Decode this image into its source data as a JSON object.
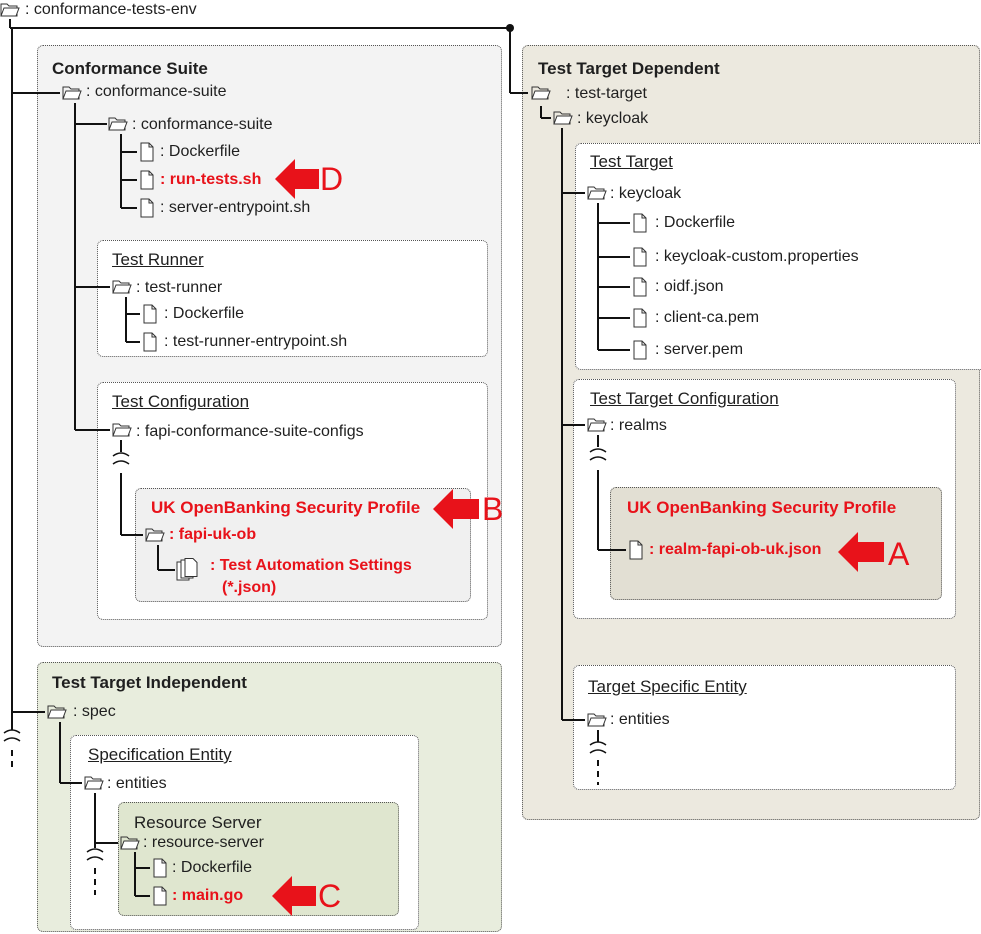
{
  "root": {
    "label": ": conformance-tests-env"
  },
  "conformance_suite": {
    "heading": "Conformance Suite",
    "folder": ": conformance-suite",
    "sub_folder": ": conformance-suite",
    "files": [
      ": Dockerfile",
      ": run-tests.sh",
      ": server-entrypoint.sh"
    ],
    "test_runner": {
      "heading": "Test Runner",
      "folder": ": test-runner",
      "files": [
        ": Dockerfile",
        ": test-runner-entrypoint.sh"
      ]
    },
    "test_configuration": {
      "heading": "Test Configuration",
      "folder": ": fapi-conformance-suite-configs",
      "profile": {
        "heading": "UK OpenBanking Security Profile",
        "folder": ": fapi-uk-ob",
        "settings_line1": ": Test Automation Settings",
        "settings_line2": "(*.json)"
      }
    }
  },
  "test_target_dependent": {
    "heading": "Test Target Dependent",
    "folder": ": test-target",
    "sub_folder": ": keycloak",
    "test_target": {
      "heading": "Test Target",
      "folder": ": keycloak",
      "files": [
        ": Dockerfile",
        ": keycloak-custom.properties",
        ": oidf.json",
        ": client-ca.pem",
        ": server.pem"
      ]
    },
    "configuration": {
      "heading": "Test Target Configuration",
      "folder": ": realms",
      "profile": {
        "heading": "UK OpenBanking Security Profile",
        "file": ": realm-fapi-ob-uk.json"
      }
    },
    "entity": {
      "heading": "Target Specific Entity",
      "folder": ": entities"
    }
  },
  "test_target_independent": {
    "heading": "Test Target Independent",
    "folder": ": spec",
    "spec_entity": {
      "heading": "Specification Entity",
      "folder": ": entities",
      "resource_server": {
        "heading": "Resource Server",
        "folder": ": resource-server",
        "files": [
          ": Dockerfile",
          ": main.go"
        ]
      }
    }
  },
  "callouts": {
    "a": "A",
    "b": "B",
    "c": "C",
    "d": "D"
  },
  "colors": {
    "highlight": "#e8121a",
    "gray_panel": "#f3f3f3",
    "beige_panel": "#ece9df",
    "green_panel": "#e8eddd"
  }
}
